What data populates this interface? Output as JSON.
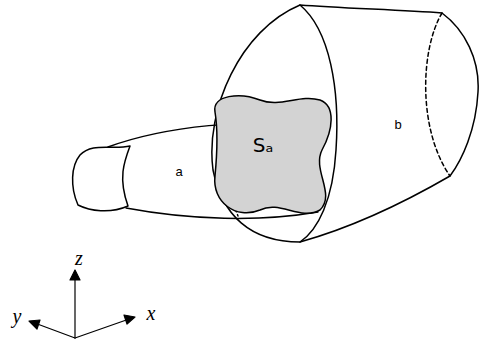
{
  "diagram": {
    "labels": [
      "a",
      "b",
      "Sₐ",
      "z",
      "y",
      "x"
    ]
  }
}
